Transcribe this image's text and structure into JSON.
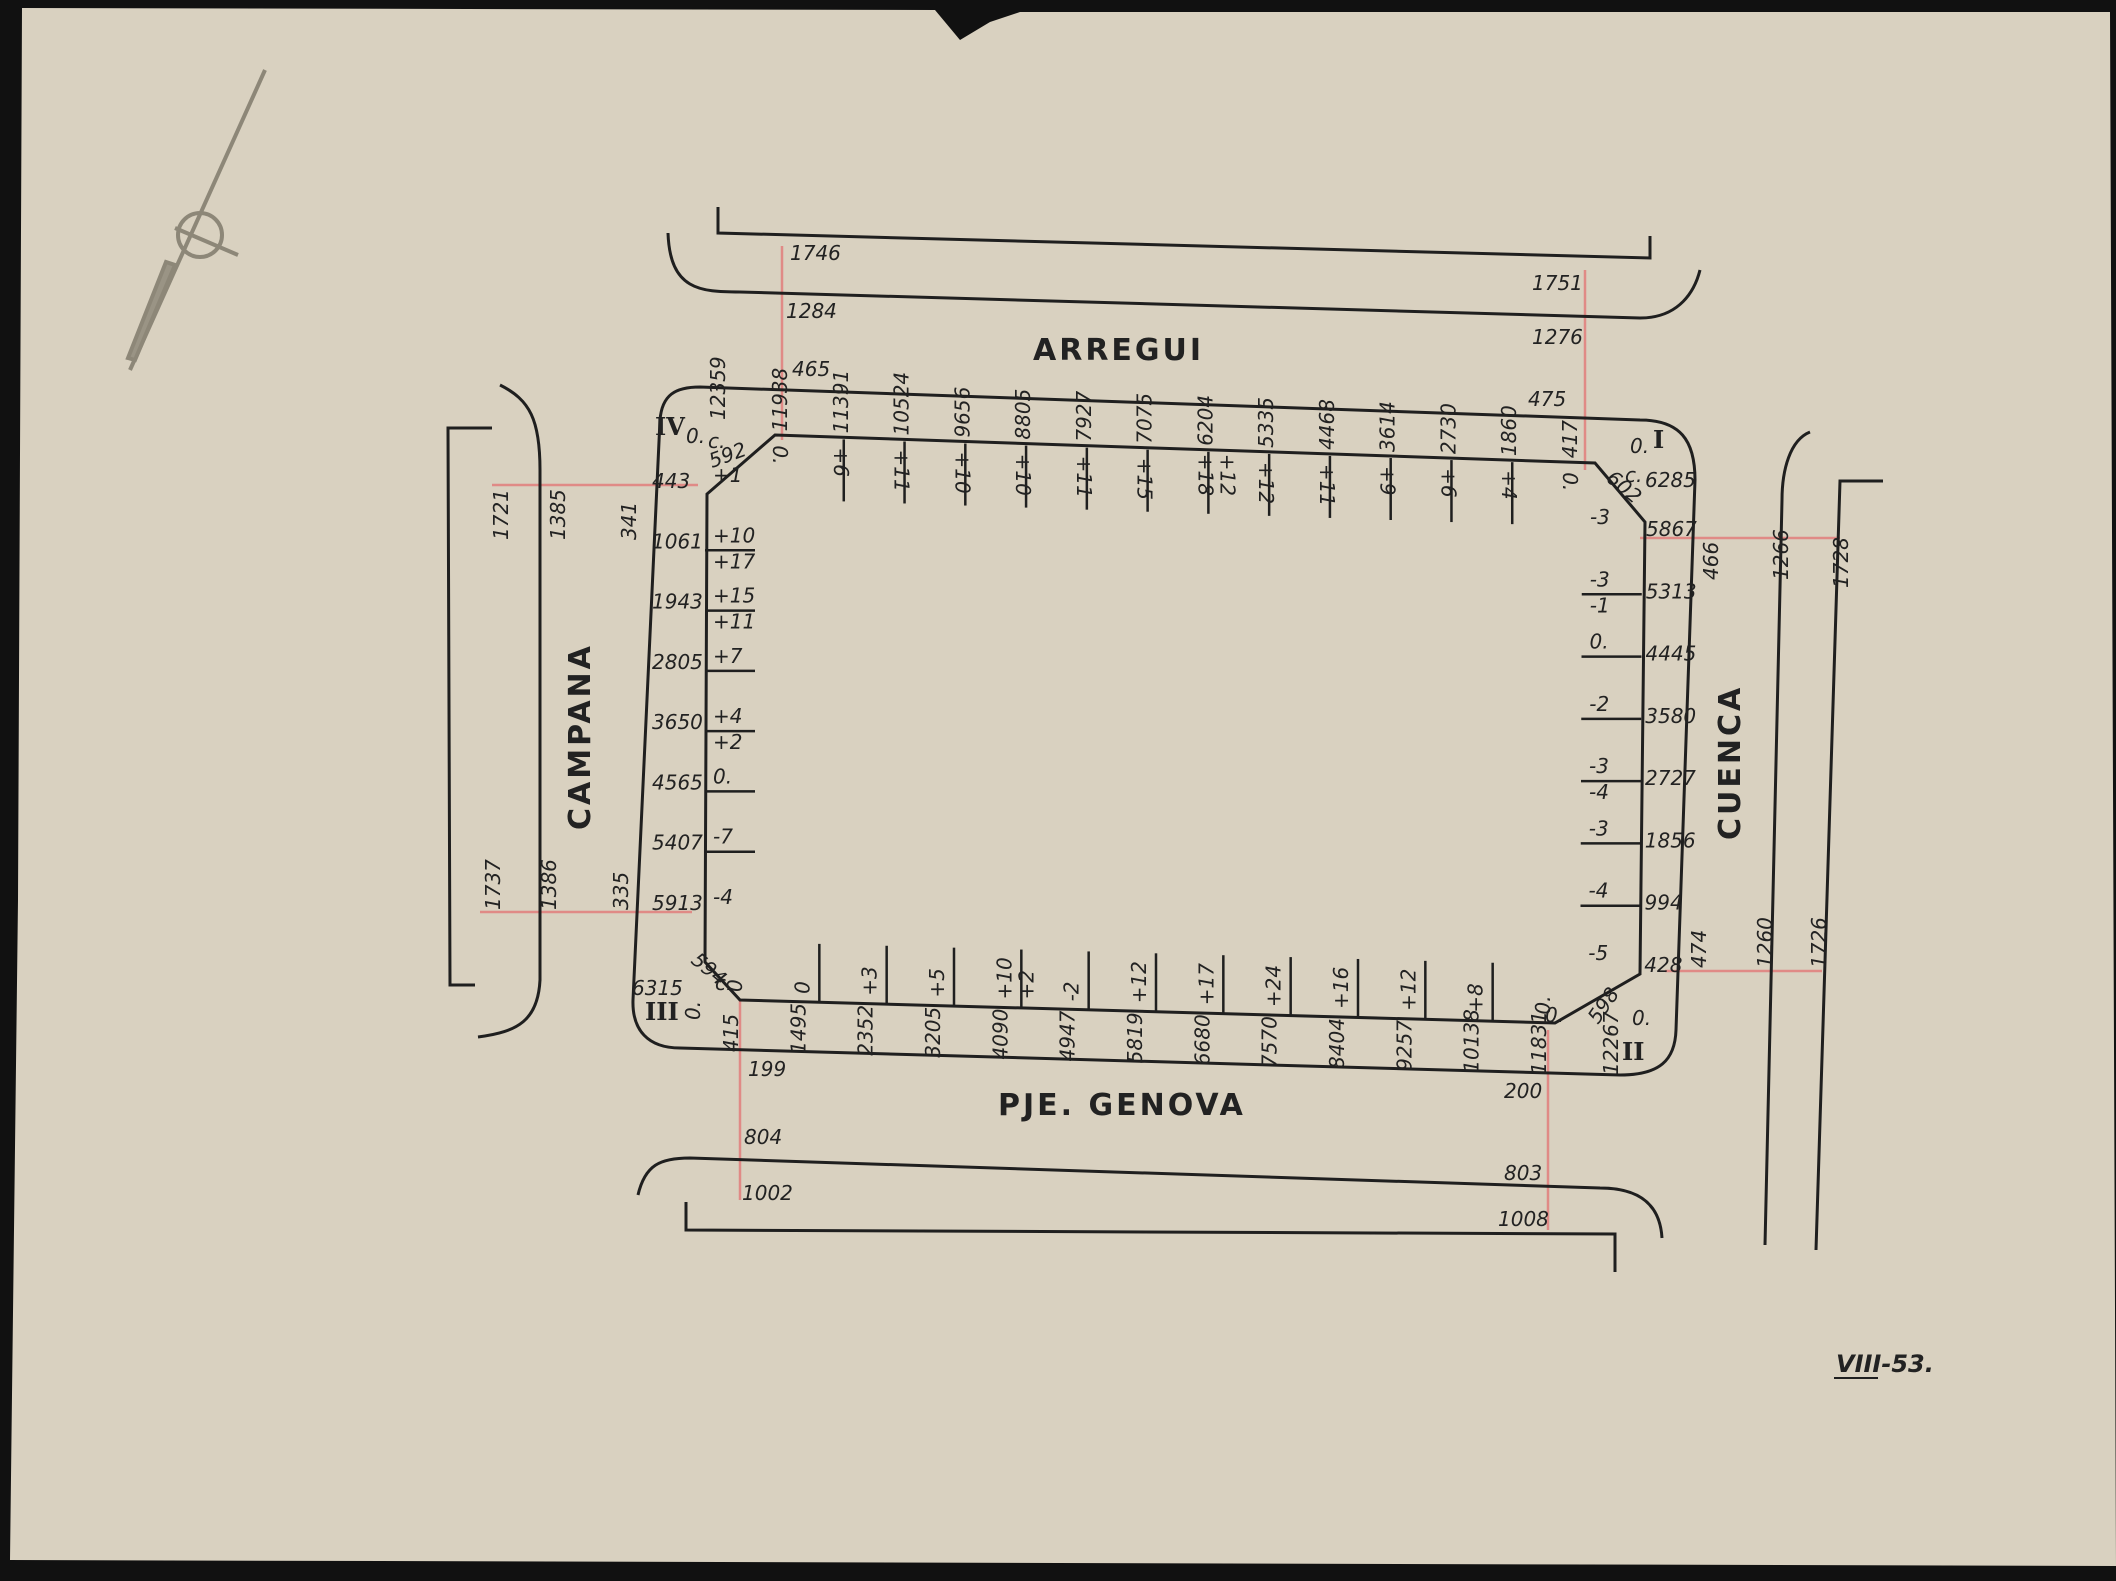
{
  "colors": {
    "paper": "#d9d1c0",
    "ink": "#1f1f1f",
    "red": "#e08a86",
    "background": "#111111"
  },
  "streets": {
    "north": "ARREGUI",
    "south": "PJE. GENOVA",
    "west": "CAMPANA",
    "east": "CUENCA"
  },
  "corners": {
    "c1": {
      "label": "I",
      "origin": "0.",
      "code": "c.",
      "value": "6285",
      "chamfer": "602"
    },
    "c2": {
      "label": "II",
      "origin": "0.",
      "code": "0.",
      "value": "12267",
      "chamfer": "598"
    },
    "c3": {
      "label": "III",
      "origin": "0.",
      "code": "c.",
      "value": "6315",
      "chamfer": "594"
    },
    "c4": {
      "label": "IV",
      "origin": "0.",
      "code": "c.",
      "value": "12359",
      "chamfer": "592"
    }
  },
  "widths": {
    "north_left": [
      "1746",
      "1284",
      "465"
    ],
    "north_right": [
      "1751",
      "1276",
      "475"
    ],
    "west_top": [
      "1721",
      "1385",
      "341"
    ],
    "west_bottom": [
      "1737",
      "1386",
      "335"
    ],
    "east_top": [
      "466",
      "1266",
      "1728"
    ],
    "east_bottom": [
      "474",
      "1260",
      "1726"
    ],
    "south_left": [
      "199",
      "804",
      "1002"
    ],
    "south_right": [
      "200",
      "803",
      "1008"
    ]
  },
  "north_ticks": [
    {
      "pos": "11938",
      "level": "0."
    },
    {
      "pos": "11391",
      "level": "+6"
    },
    {
      "pos": "10524",
      "level": "+11"
    },
    {
      "pos": "9656",
      "level": "+10"
    },
    {
      "pos": "8805",
      "level": "+10"
    },
    {
      "pos": "7927",
      "level": "+11"
    },
    {
      "pos": "7075",
      "level": "+15"
    },
    {
      "pos": "6204",
      "level": "+18",
      "level2": "+12"
    },
    {
      "pos": "5335",
      "level": "+12"
    },
    {
      "pos": "4468",
      "level": "+11"
    },
    {
      "pos": "3614",
      "level": "+9"
    },
    {
      "pos": "2730",
      "level": "+6"
    },
    {
      "pos": "1860",
      "level": "+4"
    },
    {
      "pos": "417",
      "level": "0."
    }
  ],
  "west_ticks": [
    {
      "pos": "443",
      "level": "+1"
    },
    {
      "pos": "1061",
      "level": "+10",
      "level2": "+17"
    },
    {
      "pos": "1943",
      "level": "+15",
      "level2": "+11"
    },
    {
      "pos": "2805",
      "level": "+7"
    },
    {
      "pos": "3650",
      "level": "+4",
      "level2": "+2"
    },
    {
      "pos": "4565",
      "level": "0."
    },
    {
      "pos": "5407",
      "level": "-7"
    },
    {
      "pos": "5913",
      "level": "-4"
    }
  ],
  "south_ticks": [
    {
      "pos": "415",
      "level": "0"
    },
    {
      "pos": "1495",
      "level": "0"
    },
    {
      "pos": "2352",
      "level": "+3"
    },
    {
      "pos": "3205",
      "level": "+5"
    },
    {
      "pos": "4090",
      "level": "+10",
      "level2": "+2"
    },
    {
      "pos": "4947",
      "level": "-2"
    },
    {
      "pos": "5819",
      "level": "+12"
    },
    {
      "pos": "6680",
      "level": "+17"
    },
    {
      "pos": "7570",
      "level": "+24"
    },
    {
      "pos": "8404",
      "level": "+16"
    },
    {
      "pos": "9257",
      "level": "+12"
    },
    {
      "pos": "10138",
      "level": "+8"
    },
    {
      "pos": "11831",
      "level": "0."
    }
  ],
  "east_ticks": [
    {
      "pos": "5867",
      "level": "-3"
    },
    {
      "pos": "5313",
      "level": "-3",
      "level2": "-1"
    },
    {
      "pos": "4445",
      "level": "0."
    },
    {
      "pos": "3580",
      "level": "-2"
    },
    {
      "pos": "2727",
      "level": "-3",
      "level2": "-4"
    },
    {
      "pos": "1856",
      "level": "-3"
    },
    {
      "pos": "994",
      "level": "-4"
    },
    {
      "pos": "428",
      "level": "-5"
    }
  ],
  "date_note": "VIII-53."
}
